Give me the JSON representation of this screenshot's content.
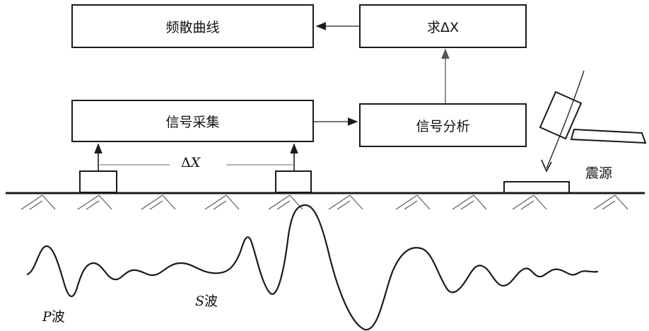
{
  "boxes": {
    "dispersion_curve": "频散曲线",
    "delta_x": "求ΔX",
    "signal_acquisition": "信号采集",
    "signal_analysis": "信号分析"
  },
  "labels": {
    "delta_x_symbol": "Δ",
    "delta_x_var": "X",
    "source": "震源",
    "p_wave_var": "P",
    "p_wave_suffix": "波",
    "s_wave_var": "S",
    "s_wave_suffix": "波"
  }
}
